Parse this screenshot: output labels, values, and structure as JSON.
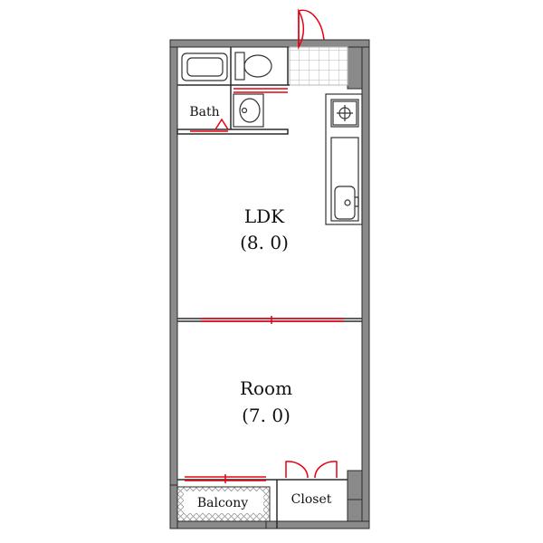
{
  "rooms": {
    "ldk": {
      "name": "LDK",
      "size": "(8. 0)"
    },
    "room": {
      "name": "Room",
      "size": "(7. 0)"
    },
    "bath": {
      "name": "Bath"
    },
    "balcony": {
      "name": "Balcony"
    },
    "closet": {
      "name": "Closet"
    }
  },
  "colors": {
    "wall": "#8a8a8a",
    "wall_edge": "#2b2b2b",
    "door": "#e60012",
    "fixture": "#333333",
    "tile": "#b9b9b9"
  },
  "icons": [
    "bathtub-icon",
    "toilet-icon",
    "washbasin-icon",
    "stove-icon",
    "sink-icon"
  ]
}
